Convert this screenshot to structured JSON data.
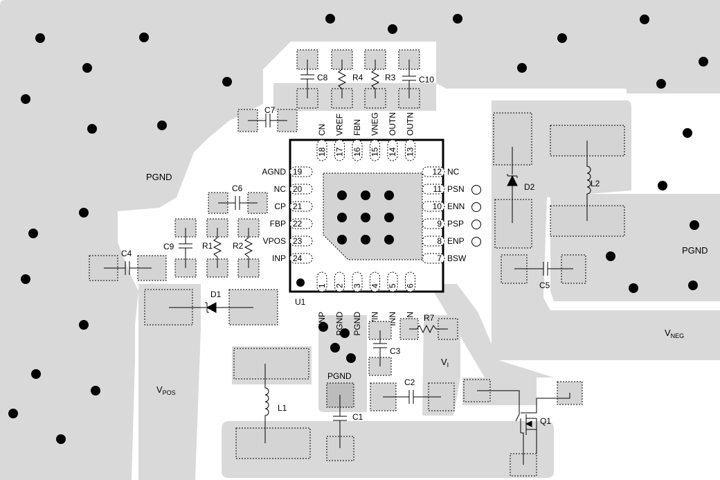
{
  "nets": {
    "pgnd_left": "PGND",
    "pgnd_right": "PGND",
    "pgnd_bottom": "PGND",
    "vpos": "V",
    "vpos_sub": "POS",
    "vneg": "V",
    "vneg_sub": "NEG",
    "vi": "V",
    "vi_sub": "I"
  },
  "ic": {
    "ref": "U1",
    "pins_left": [
      {
        "num": "19",
        "name": "AGND"
      },
      {
        "num": "20",
        "name": "NC"
      },
      {
        "num": "21",
        "name": "CP"
      },
      {
        "num": "22",
        "name": "FBP"
      },
      {
        "num": "23",
        "name": "VPOS"
      },
      {
        "num": "24",
        "name": "INP"
      }
    ],
    "pins_right": [
      {
        "num": "12",
        "name": "NC"
      },
      {
        "num": "11",
        "name": "PSN"
      },
      {
        "num": "10",
        "name": "ENN"
      },
      {
        "num": "9",
        "name": "PSP"
      },
      {
        "num": "8",
        "name": "ENP"
      },
      {
        "num": "7",
        "name": "BSW"
      }
    ],
    "pins_top": [
      {
        "num": "18",
        "name": "CN"
      },
      {
        "num": "17",
        "name": "VREF"
      },
      {
        "num": "16",
        "name": "FBN"
      },
      {
        "num": "15",
        "name": "VNEG"
      },
      {
        "num": "14",
        "name": "OUTN"
      },
      {
        "num": "13",
        "name": "OUTN"
      }
    ],
    "pins_bottom": [
      {
        "num": "1",
        "name": "INP"
      },
      {
        "num": "2",
        "name": "PGND"
      },
      {
        "num": "3",
        "name": "PGND"
      },
      {
        "num": "4",
        "name": "VIN"
      },
      {
        "num": "5",
        "name": "INN"
      },
      {
        "num": "6",
        "name": "INN"
      }
    ]
  },
  "components": {
    "C1": "C1",
    "C2": "C2",
    "C3": "C3",
    "C4": "C4",
    "C5": "C5",
    "C6": "C6",
    "C7": "C7",
    "C8": "C8",
    "C9": "C9",
    "C10": "C10",
    "R1": "R1",
    "R2": "R2",
    "R3": "R3",
    "R4": "R4",
    "R7": "R7",
    "L1": "L1",
    "L2": "L2",
    "D1": "D1",
    "D2": "D2",
    "Q1": "Q1"
  },
  "colors": {
    "pour": "#d9d9d9",
    "pad": "#d4d4d4",
    "ground_pad": "#bcbcbc",
    "ink": "#000000"
  }
}
